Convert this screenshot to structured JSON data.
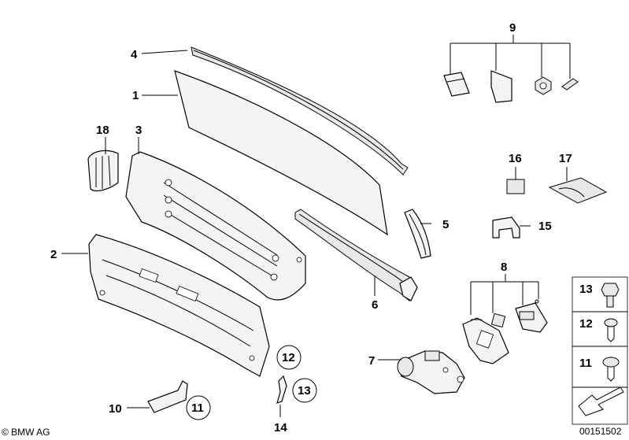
{
  "callouts": {
    "c1": "1",
    "c2": "2",
    "c3": "3",
    "c4": "4",
    "c5": "5",
    "c6": "6",
    "c7": "7",
    "c8": "8",
    "c9": "9",
    "c10": "10",
    "c11": "11",
    "c12": "12",
    "c13": "13",
    "c14": "14",
    "c15": "15",
    "c16": "16",
    "c17": "17",
    "c18": "18"
  },
  "circled": {
    "c12": "12",
    "c13": "13",
    "c11": "11"
  },
  "legend": {
    "item13": "13",
    "item12": "12",
    "item11": "11"
  },
  "footer": {
    "brand": "© BMW AG",
    "diagram_number": "00151502"
  }
}
